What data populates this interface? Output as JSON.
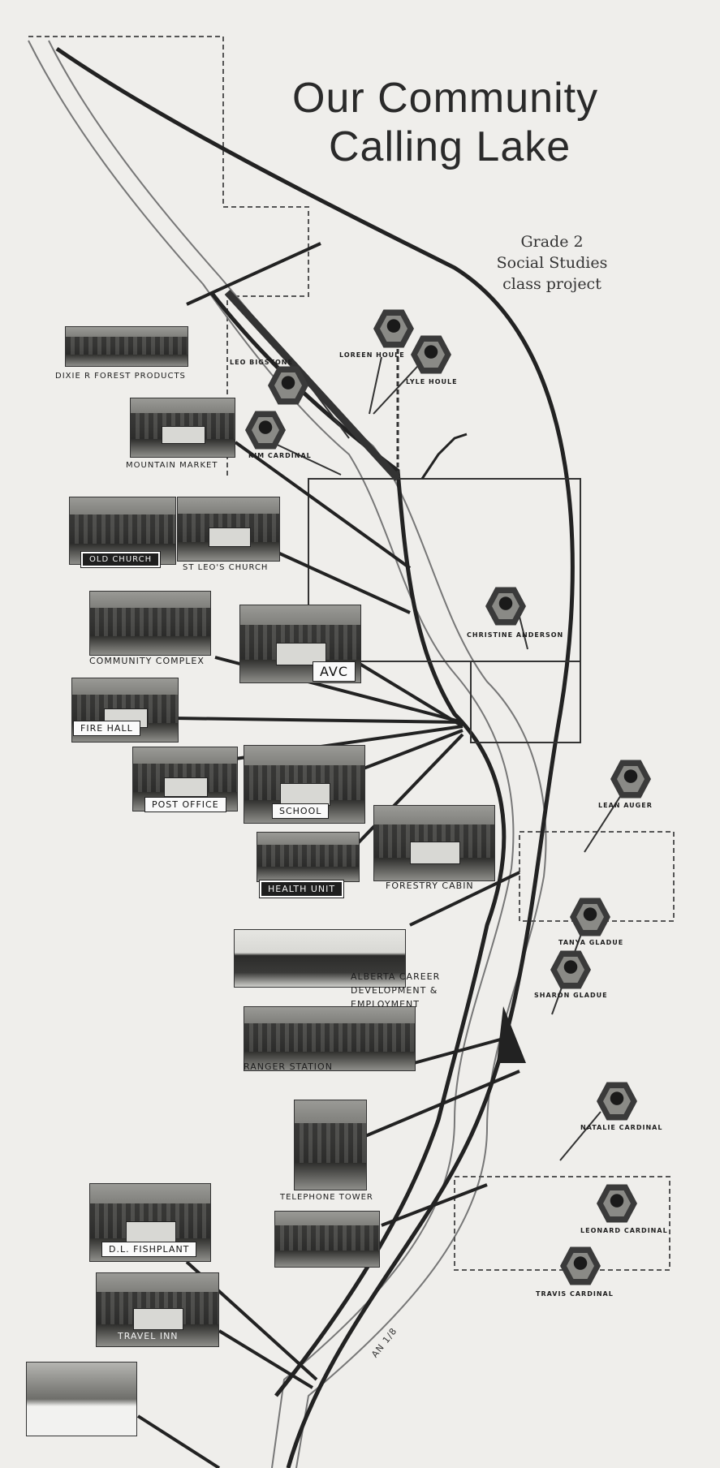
{
  "title": {
    "line1": "Our Community",
    "line2": "Calling Lake"
  },
  "note": {
    "line1": "Grade 2",
    "line2": "Social Studies",
    "line3": "class project"
  },
  "places": [
    {
      "id": "dixie",
      "label": "DIXIE R FOREST PRODUCTS"
    },
    {
      "id": "market",
      "label": "MOUNTAIN MARKET"
    },
    {
      "id": "oldchurch",
      "label": "OLD CHURCH"
    },
    {
      "id": "stleo",
      "label": "ST LEO'S CHURCH"
    },
    {
      "id": "complex",
      "label": "COMMUNITY COMPLEX"
    },
    {
      "id": "avc",
      "label": "AVC"
    },
    {
      "id": "firehall",
      "label": "FIRE HALL"
    },
    {
      "id": "postoffice",
      "label": "POST OFFICE"
    },
    {
      "id": "school",
      "label": "SCHOOL"
    },
    {
      "id": "health",
      "label": "HEALTH UNIT"
    },
    {
      "id": "forestry",
      "label": "FORESTRY CABIN"
    },
    {
      "id": "career1",
      "label": "ALBERTA CAREER"
    },
    {
      "id": "career2",
      "label": "DEVELOPMENT &"
    },
    {
      "id": "career3",
      "label": "EMPLOYMENT"
    },
    {
      "id": "ranger",
      "label": "RANGER STATION"
    },
    {
      "id": "tower",
      "label": "TELEPHONE TOWER"
    },
    {
      "id": "fishplant",
      "label": "D.L. FISHPLANT"
    },
    {
      "id": "inn",
      "label": "TRAVEL INN"
    }
  ],
  "students": [
    {
      "id": "leo",
      "label": "LEO BIGSTONE"
    },
    {
      "id": "loreen",
      "label": "LOREEN HOULE"
    },
    {
      "id": "lyle",
      "label": "LYLE HOULE"
    },
    {
      "id": "kim",
      "label": "KIM CARDINAL"
    },
    {
      "id": "christine",
      "label": "CHRISTINE ANDERSON"
    },
    {
      "id": "lean",
      "label": "LEAN AUGER"
    },
    {
      "id": "tanya",
      "label": "TANYA GLADUE"
    },
    {
      "id": "sharon",
      "label": "SHARON GLADUE"
    },
    {
      "id": "natalie",
      "label": "NATALIE CARDINAL"
    },
    {
      "id": "leonard",
      "label": "LEONARD CARDINAL"
    },
    {
      "id": "travis",
      "label": "TRAVIS CARDINAL"
    }
  ],
  "road_label": "AN 1/8"
}
